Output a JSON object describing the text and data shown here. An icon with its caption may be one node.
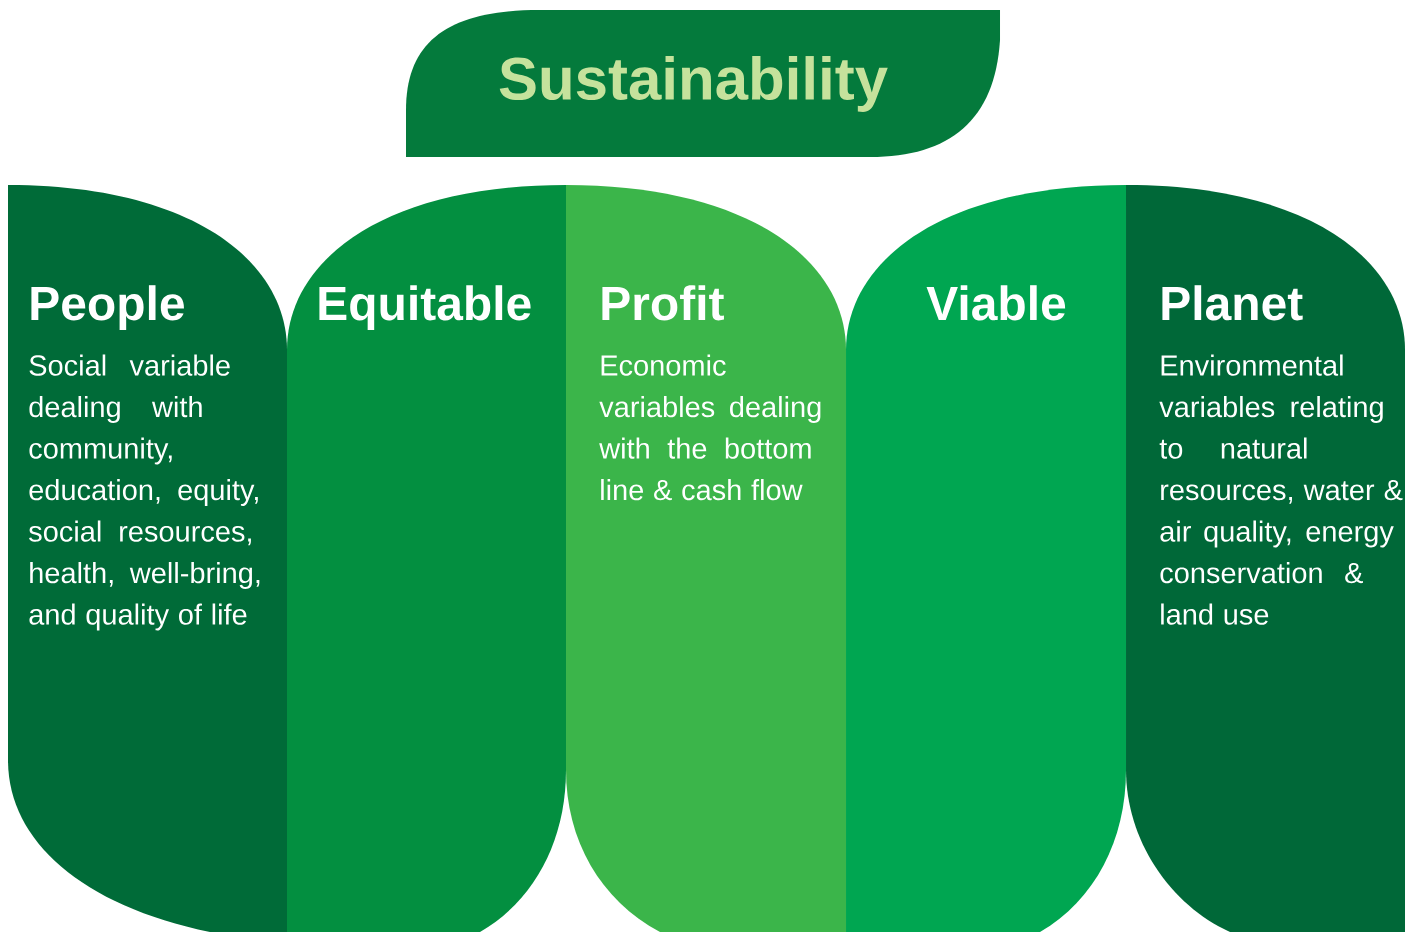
{
  "diagram": {
    "nodes": [
      {
        "text": [
          "Sustainability"
        ]
      },
      {
        "text": [
          "People",
          "Social variable dealing with community, education, equity, social resources, health, well-bring, and quality of life"
        ]
      },
      {
        "text": [
          "Equitable"
        ]
      },
      {
        "text": [
          "Profit",
          "Economic variables dealing with the bottom line & cash flow"
        ]
      },
      {
        "text": [
          "Viable"
        ]
      },
      {
        "text": [
          "Planet",
          "Environmental variables relating to natural resources, water & air quality, energy conservation & land use"
        ]
      }
    ]
  }
}
